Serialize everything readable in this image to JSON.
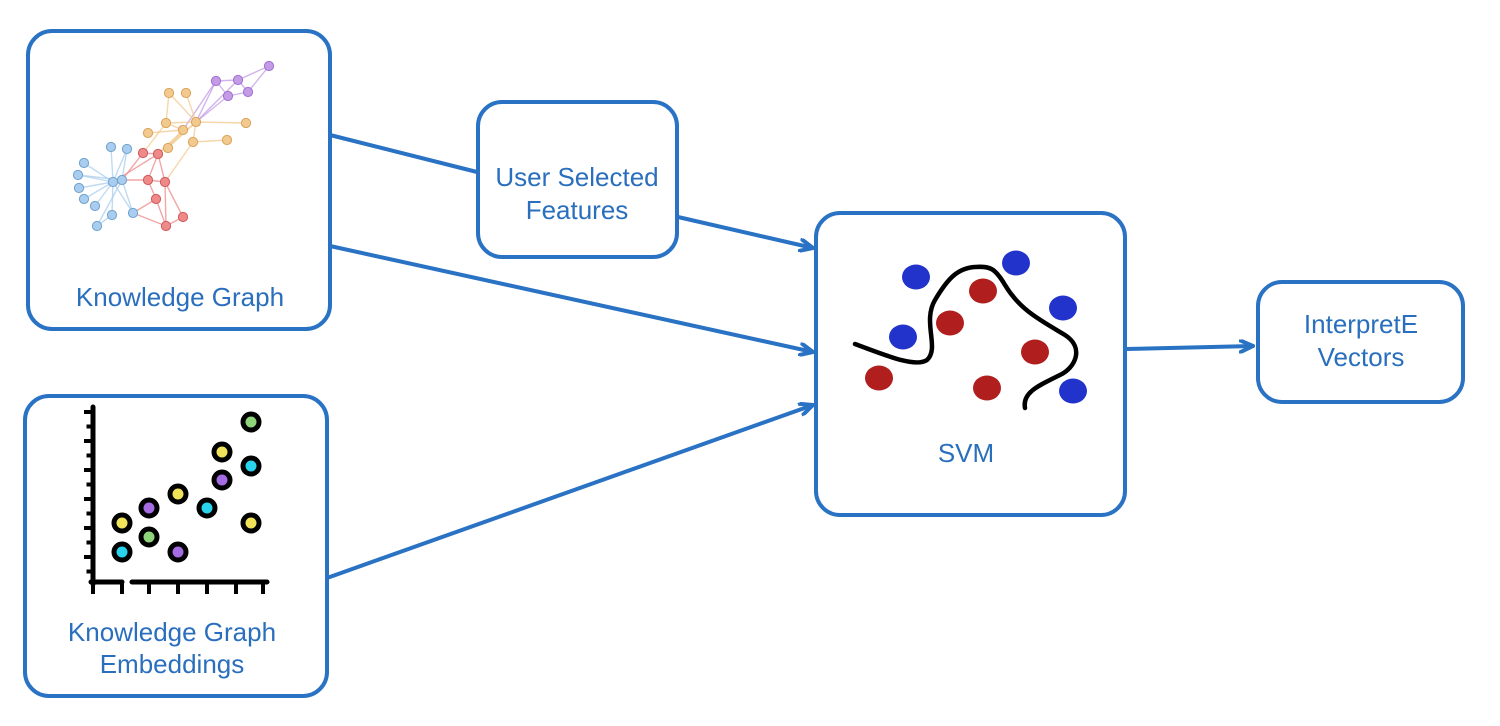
{
  "colors": {
    "accent": "#2a72c4",
    "label_text": "#2a6fbd",
    "svm_class_a": "#2233cc",
    "svm_class_b": "#b01e1e",
    "boundary": "#000000"
  },
  "nodes": {
    "knowledge_graph": {
      "label": "Knowledge Graph"
    },
    "kg_embeddings": {
      "label_line1": "Knowledge Graph",
      "label_line2": "Embeddings"
    },
    "user_features": {
      "label_line1": "User Selected",
      "label_line2": "Features"
    },
    "svm": {
      "label": "SVM"
    },
    "interprete": {
      "label_line1": "InterpretE",
      "label_line2": "Vectors"
    }
  },
  "edges": [
    {
      "from": "knowledge_graph",
      "to": "user_features"
    },
    {
      "from": "user_features",
      "to": "svm"
    },
    {
      "from": "knowledge_graph",
      "to": "svm"
    },
    {
      "from": "kg_embeddings",
      "to": "svm"
    },
    {
      "from": "svm",
      "to": "interprete"
    }
  ],
  "icons": {
    "knowledge_graph": "network-graph-icon",
    "kg_embeddings": "scatter-plot-icon",
    "svm": "svm-decision-boundary-icon"
  }
}
